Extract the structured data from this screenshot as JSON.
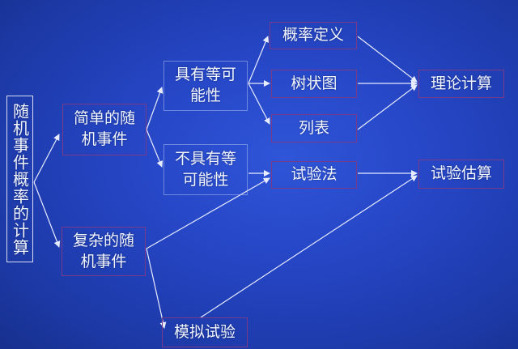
{
  "diagram": {
    "colors": {
      "background": "#2545c4",
      "text": "#f0f4ff",
      "box_border_purple": "#7a3a8a",
      "arrow": "#e8ecff"
    },
    "root": {
      "label": "随机事件概率的计算"
    },
    "level1": [
      {
        "id": "simple",
        "label": "简单的随机事件"
      },
      {
        "id": "complex",
        "label": "复杂的随机事件"
      }
    ],
    "level2": [
      {
        "id": "equal",
        "label": "具有等可能性"
      },
      {
        "id": "unequal",
        "label": "不具有等可能性"
      },
      {
        "id": "simulation",
        "label": "模拟试验"
      }
    ],
    "level3": [
      {
        "id": "definition",
        "label": "概率定义"
      },
      {
        "id": "tree",
        "label": "树状图"
      },
      {
        "id": "table",
        "label": "列表"
      },
      {
        "id": "experiment",
        "label": "试验法"
      }
    ],
    "results": [
      {
        "id": "theory",
        "label": "理论计算"
      },
      {
        "id": "estimate",
        "label": "试验估算"
      }
    ],
    "edges": [
      [
        "root",
        "simple"
      ],
      [
        "root",
        "complex"
      ],
      [
        "simple",
        "equal"
      ],
      [
        "simple",
        "unequal"
      ],
      [
        "equal",
        "definition"
      ],
      [
        "equal",
        "tree"
      ],
      [
        "equal",
        "table"
      ],
      [
        "unequal",
        "experiment"
      ],
      [
        "complex",
        "experiment"
      ],
      [
        "complex",
        "simulation"
      ],
      [
        "definition",
        "theory"
      ],
      [
        "tree",
        "theory"
      ],
      [
        "table",
        "theory"
      ],
      [
        "experiment",
        "estimate"
      ],
      [
        "simulation",
        "estimate"
      ]
    ]
  }
}
